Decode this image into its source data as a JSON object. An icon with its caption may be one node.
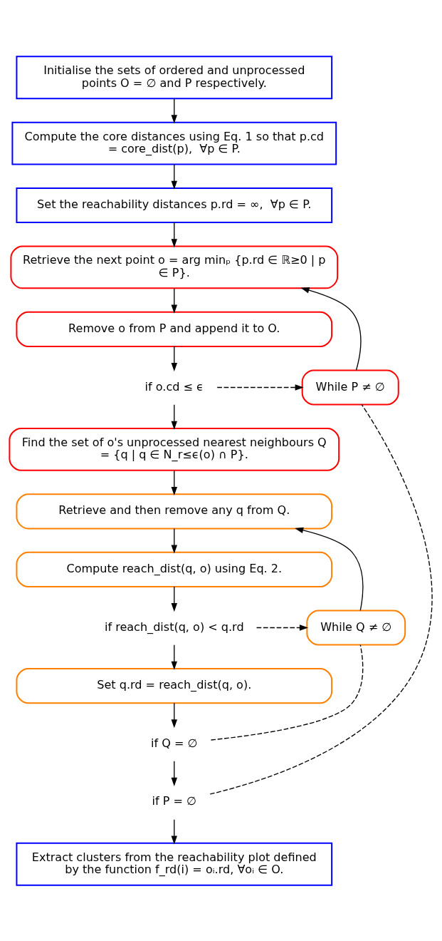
{
  "diagram": {
    "nodes": [
      {
        "text": [
          "Initialise the sets of ordered and unprocessed points O = ∅ and P respectively."
        ]
      },
      {
        "text": [
          "Compute the core distances using Eq. 1 so that p.cd = core_dist(p),  ∀p ∈ P."
        ]
      },
      {
        "text": [
          "Set the reachability distances p.rd = ∞,  ∀p ∈ P."
        ]
      },
      {
        "text": [
          "Retrieve the next point o = arg minₚ {p.rd ∈ ℝ≥0 | p ∈ P}."
        ]
      },
      {
        "text": [
          "Remove o from P and append it to O."
        ]
      },
      {
        "text": [
          "if o.cd ≤ ϵ"
        ]
      },
      {
        "text": [
          "Find the set of o's unprocessed nearest neighbours Q = {q | q ∈ N_r≤ϵ(o) ∩ P}."
        ]
      },
      {
        "text": [
          "Retrieve and then remove any q from Q."
        ]
      },
      {
        "text": [
          "Compute reach_dist(q, o) using Eq. 2."
        ]
      },
      {
        "text": [
          "if reach_dist(q, o) < q.rd"
        ]
      },
      {
        "text": [
          "Set q.rd = reach_dist(q, o)."
        ]
      },
      {
        "text": [
          "if Q = ∅"
        ]
      },
      {
        "text": [
          "if P = ∅"
        ]
      },
      {
        "text": [
          "Extract clusters from the reachability plot defined by the function f_rd(i) = oᵢ.rd, ∀oᵢ ∈ O."
        ]
      },
      {
        "text": [
          "While P ≠ ∅"
        ]
      },
      {
        "text": [
          "While Q ≠ ∅"
        ]
      }
    ],
    "edges": [
      {
        "from": 0,
        "to": 1,
        "arrow": "to"
      },
      {
        "from": 1,
        "to": 2,
        "arrow": "to"
      },
      {
        "from": 2,
        "to": 3,
        "arrow": "to"
      },
      {
        "from": 3,
        "to": 4,
        "arrow": "to"
      },
      {
        "from": 4,
        "to": 5,
        "arrow": "to"
      },
      {
        "from": 5,
        "to": 6,
        "arrow": "to"
      },
      {
        "from": 6,
        "to": 7,
        "arrow": "to"
      },
      {
        "from": 7,
        "to": 8,
        "arrow": "to"
      },
      {
        "from": 8,
        "to": 9,
        "arrow": "to"
      },
      {
        "from": 9,
        "to": 10,
        "arrow": "to"
      },
      {
        "from": 10,
        "to": 11,
        "arrow": "to"
      },
      {
        "from": 11,
        "to": 12,
        "arrow": "to"
      },
      {
        "from": 12,
        "to": 13,
        "arrow": "to"
      },
      {
        "from": 5,
        "to": 14,
        "arrow": "to",
        "style": "dashed"
      },
      {
        "from": 14,
        "to": 3,
        "arrow": "to"
      },
      {
        "from": 12,
        "to": 14,
        "arrow": "none",
        "style": "dashed"
      },
      {
        "from": 9,
        "to": 15,
        "arrow": "to",
        "style": "dashed"
      },
      {
        "from": 15,
        "to": 7,
        "arrow": "to"
      },
      {
        "from": 11,
        "to": 15,
        "arrow": "none",
        "style": "dashed"
      }
    ]
  }
}
